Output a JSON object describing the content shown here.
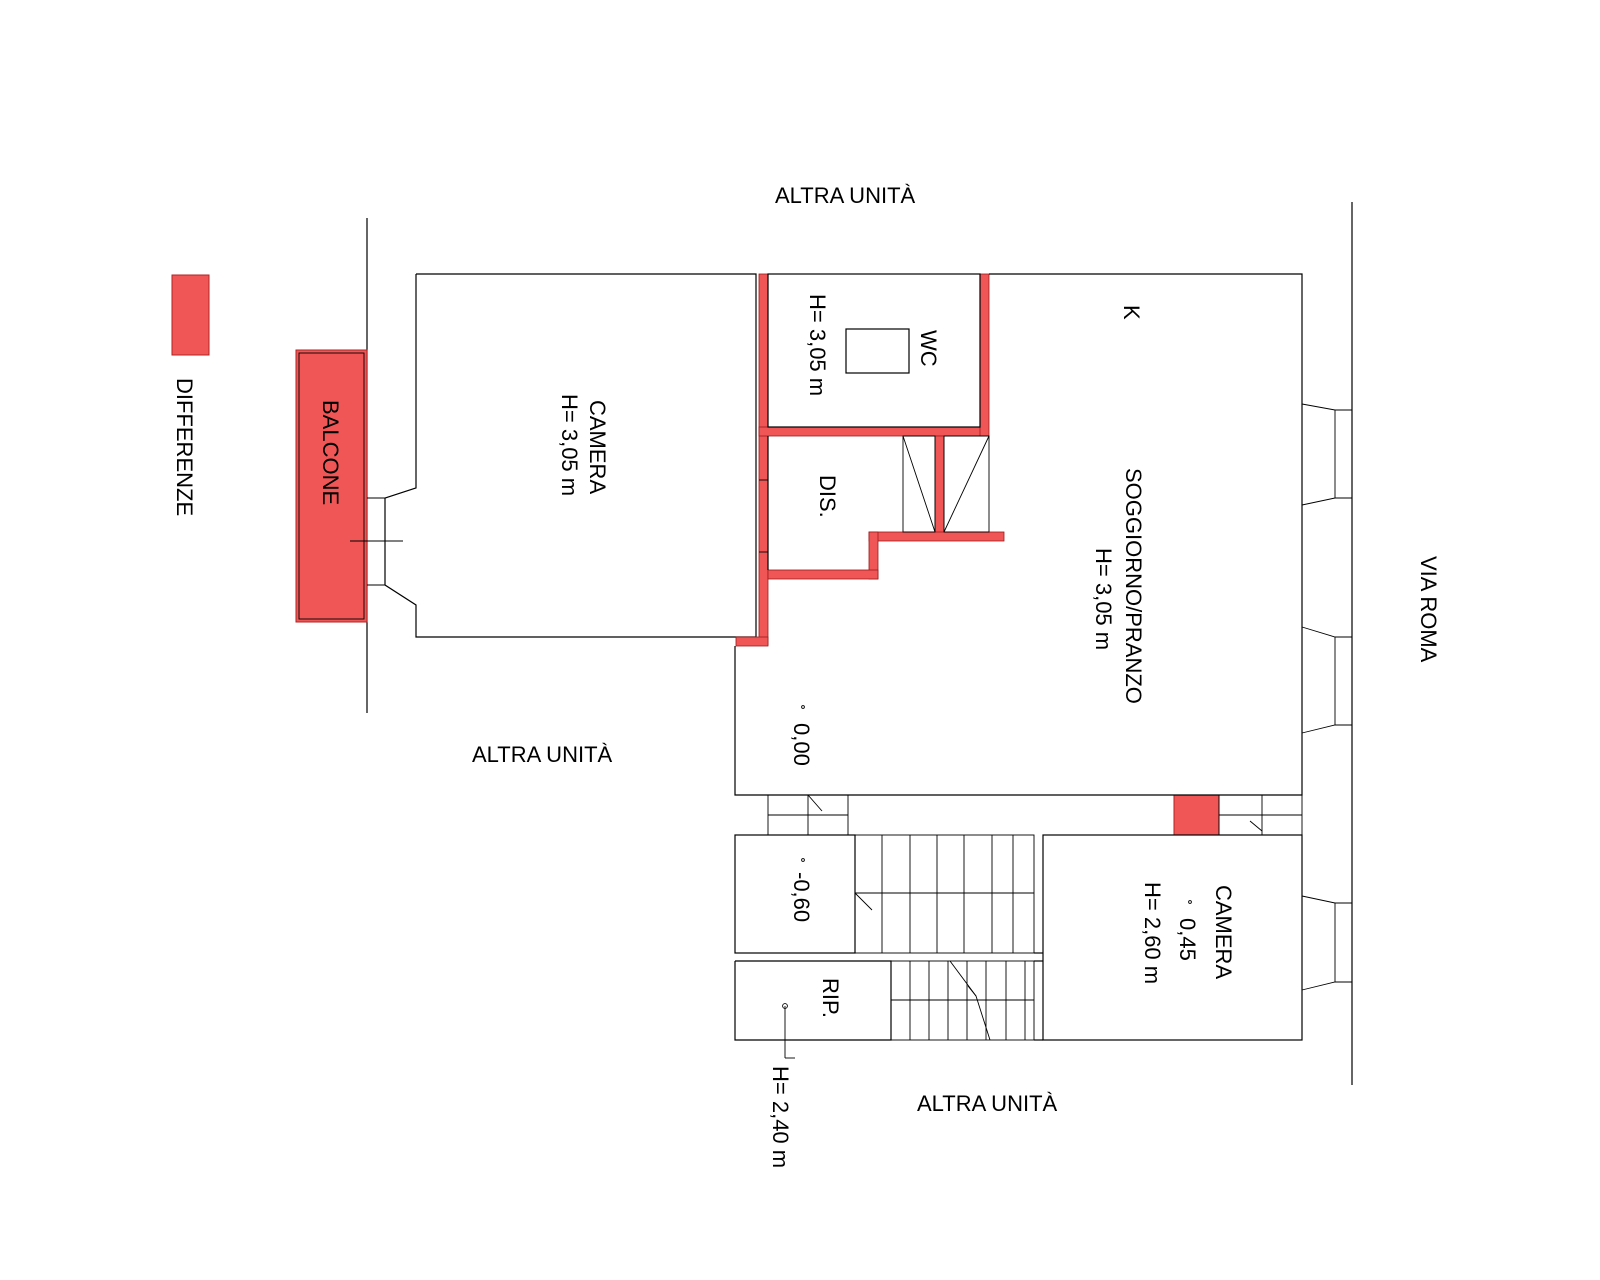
{
  "labels": {
    "altra_top": "ALTRA UNITÀ",
    "altra_left": "ALTRA UNITÀ",
    "altra_bottom": "ALTRA UNITÀ",
    "via": "VIA ROMA",
    "legend": "DIFFERENZE",
    "balcone": "BALCONE",
    "camera1": "CAMERA",
    "camera1_h": "H= 3,05 m",
    "wc": "WC",
    "wc_h": "H= 3,05 m",
    "dis": "DIS.",
    "k": "K",
    "soggiorno": "SOGGIORNO/PRANZO",
    "soggiorno_h": "H= 3,05 m",
    "level_000": "0,00",
    "level_060": "-0,60",
    "rip": "RIP.",
    "rip_h": "H= 2,40 m",
    "camera2": "CAMERA",
    "camera2_level": "0,45",
    "camera2_h": "H= 2,60 m"
  },
  "colors": {
    "differenze": "#f05656",
    "lines": "#000000"
  }
}
